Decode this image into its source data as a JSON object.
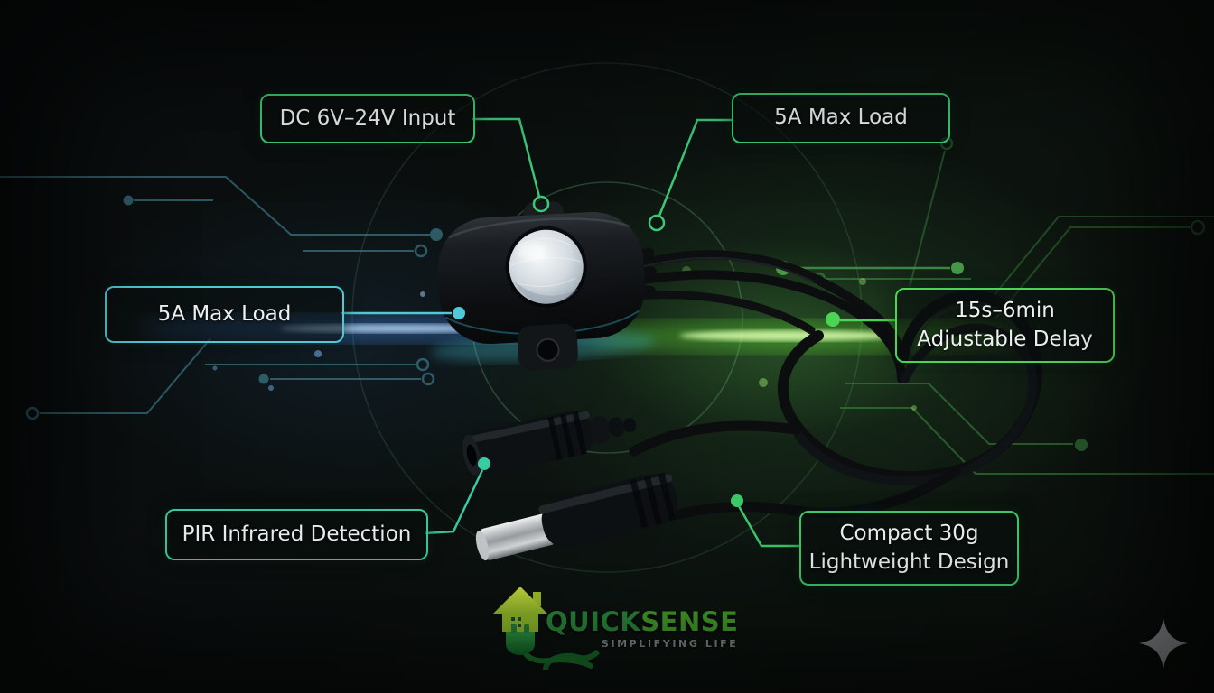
{
  "callouts": {
    "dc_input": {
      "label": "DC 6V–24V Input"
    },
    "max_load_top": {
      "label": "5A Max Load"
    },
    "max_load_left": {
      "label": "5A Max Load"
    },
    "adjustable_delay": {
      "line1": "15s–6min",
      "line2": "Adjustable Delay"
    },
    "pir_detection": {
      "label": "PIR Infrared Detection"
    },
    "compact_design": {
      "line1": "Compact 30g",
      "line2": "Lightweight Design"
    }
  },
  "brand": {
    "word1": "QUICK",
    "word2": "SENSE",
    "tagline": "SIMPLIFYING LIFE"
  },
  "icons": {
    "logo": "house-plug-icon",
    "watermark": "sparkle-icon"
  },
  "colors": {
    "green_border": "#3dc878",
    "bright_green_border": "#4cd455",
    "cyan_border": "#4fc9d6",
    "teal_border": "#38cba4",
    "compact_border": "#3dc96a",
    "label_text": "#eef1f1",
    "brand_green_dark": "#2e9440",
    "brand_green_light": "#49ad2d",
    "tagline_gray": "#969c9d",
    "sparkle_gray": "#b6babc"
  }
}
